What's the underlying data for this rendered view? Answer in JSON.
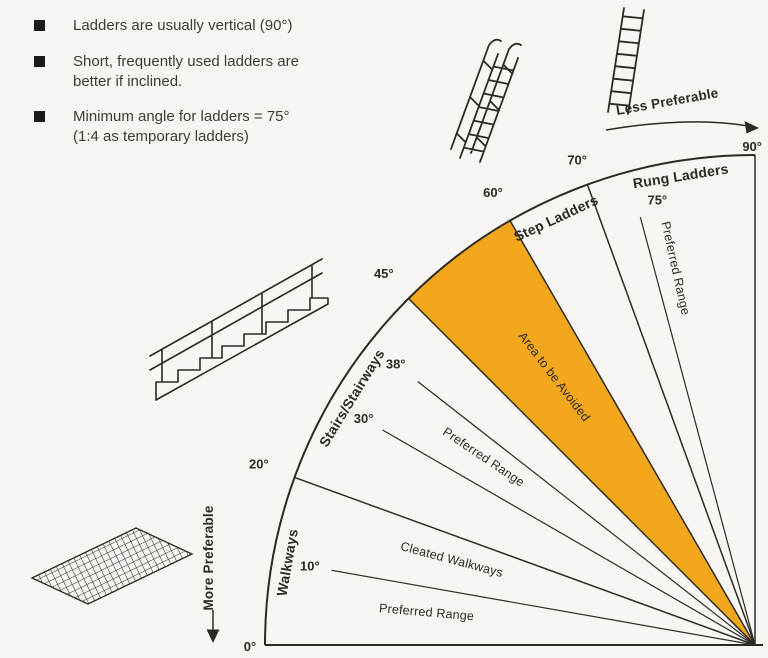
{
  "notes": {
    "items": [
      {
        "text": "Ladders are usually vertical (90°)"
      },
      {
        "line1": "Short, frequently used ladders are",
        "line2": "better if inclined."
      },
      {
        "line1": "Minimum angle for ladders = 75°",
        "line2": "(1:4 as temporary ladders)"
      }
    ]
  },
  "diagram": {
    "type": "angle-fan",
    "unit": "degrees",
    "outer_angle_labels": [
      {
        "angle": 0,
        "label": "0°"
      },
      {
        "angle": 20,
        "label": "20°"
      },
      {
        "angle": 45,
        "label": "45°"
      },
      {
        "angle": 60,
        "label": "60°"
      },
      {
        "angle": 70,
        "label": "70°"
      },
      {
        "angle": 90,
        "label": "90°"
      }
    ],
    "inner_angle_lines": [
      {
        "angle": 10,
        "label": "10°"
      },
      {
        "angle": 30,
        "label": "30°"
      },
      {
        "angle": 38,
        "label": "38°"
      },
      {
        "angle": 75,
        "label": "75°"
      }
    ],
    "sectors": [
      {
        "name": "Walkways",
        "from": 0,
        "to": 20
      },
      {
        "name": "Stairs/Stairways",
        "from": 20,
        "to": 45
      },
      {
        "name": "Area to be Avoided",
        "from": 45,
        "to": 60,
        "highlight": true
      },
      {
        "name": "Step Ladders",
        "from": 60,
        "to": 70
      },
      {
        "name": "Rung Ladders",
        "from": 70,
        "to": 90
      }
    ],
    "range_labels": [
      {
        "text": "Preferred Range",
        "angle": 5,
        "r": 330
      },
      {
        "text": "Cleated Walkways",
        "angle": 15,
        "r": 315
      },
      {
        "text": "Preferred Range",
        "angle": 34,
        "r": 330
      },
      {
        "text": "Area to be Avoided",
        "angle": 52.5,
        "r": 335
      },
      {
        "text": "Preferred Range",
        "angle": 77.5,
        "r": 385
      }
    ],
    "arrows": {
      "less_preferable": "Less Preferable",
      "more_preferable": "More Preferable"
    },
    "colors": {
      "highlight": "#F3A71C",
      "ink": "#2D2A26"
    }
  }
}
